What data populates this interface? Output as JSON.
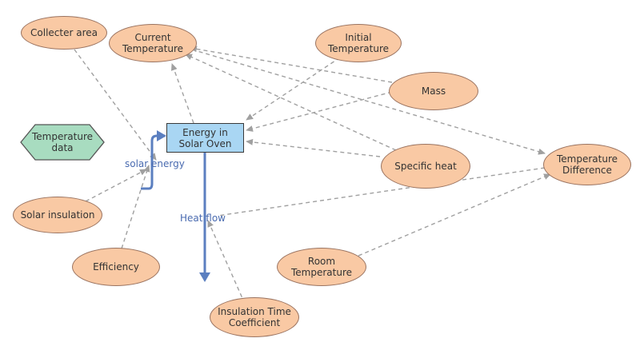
{
  "nodes": {
    "collecter_area": "Collecter area",
    "current_temperature": "Current\nTemperature",
    "initial_temperature": "Initial\nTemperature",
    "mass": "Mass",
    "temperature_data": "Temperature\ndata",
    "energy_in_solar_oven": "Energy in\nSolar Oven",
    "specific_heat": "Specific heat",
    "temperature_difference": "Temperature\nDifference",
    "solar_insulation": "Solar insulation",
    "efficiency": "Efficiency",
    "room_temperature": "Room\nTemperature",
    "insulation_time_coefficient": "Insulation Time\nCoefficient"
  },
  "flows": {
    "solar_energy": "solar energy",
    "heat_flow": "Heat flow"
  },
  "colors": {
    "variable_fill": "#f9c9a4",
    "stock_fill": "#a9d6f3",
    "converter_fill": "#a8dcc0",
    "flow": "#5b7fc0",
    "link": "#a0a0a0"
  }
}
